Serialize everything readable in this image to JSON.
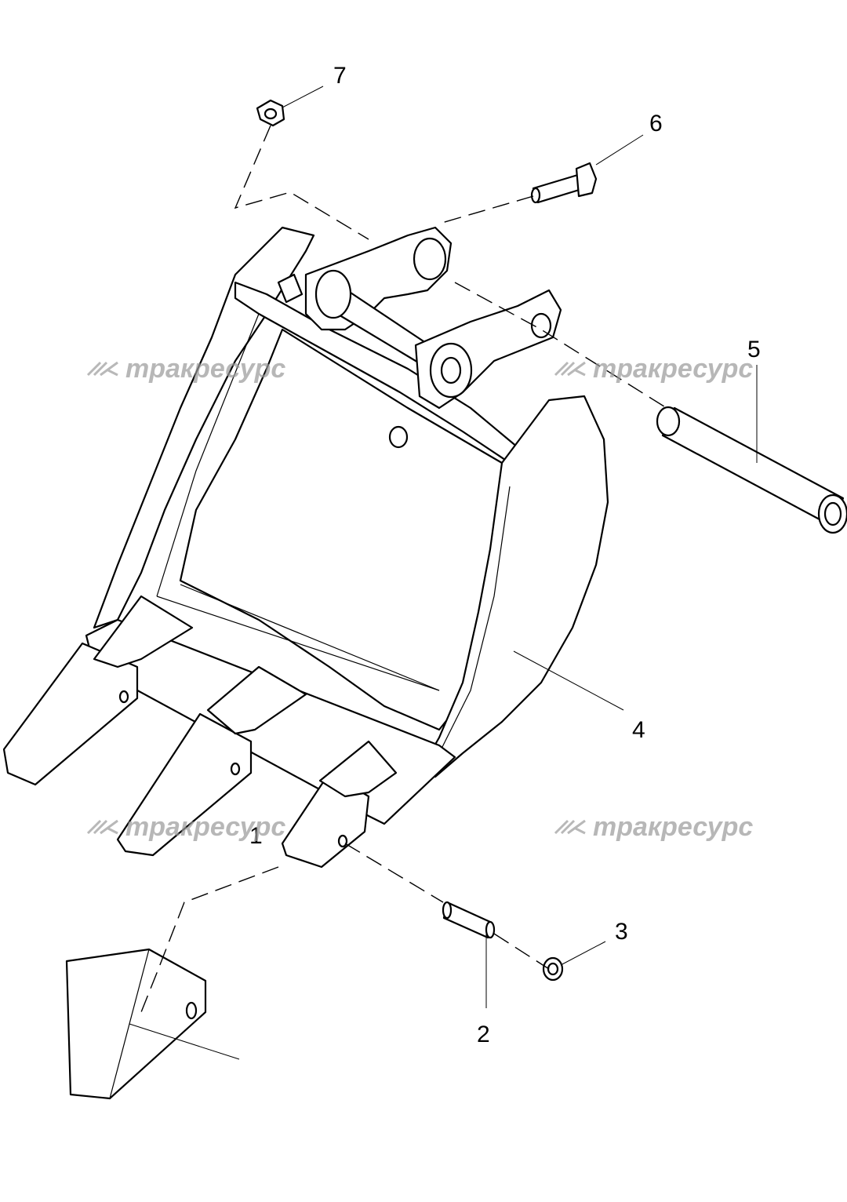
{
  "watermark": {
    "text": "тракресурс",
    "color": "#9a9a9a"
  },
  "callouts": [
    "1",
    "2",
    "3",
    "4",
    "5",
    "6",
    "7"
  ],
  "colors": {
    "line": "#000000",
    "background": "#ffffff"
  }
}
